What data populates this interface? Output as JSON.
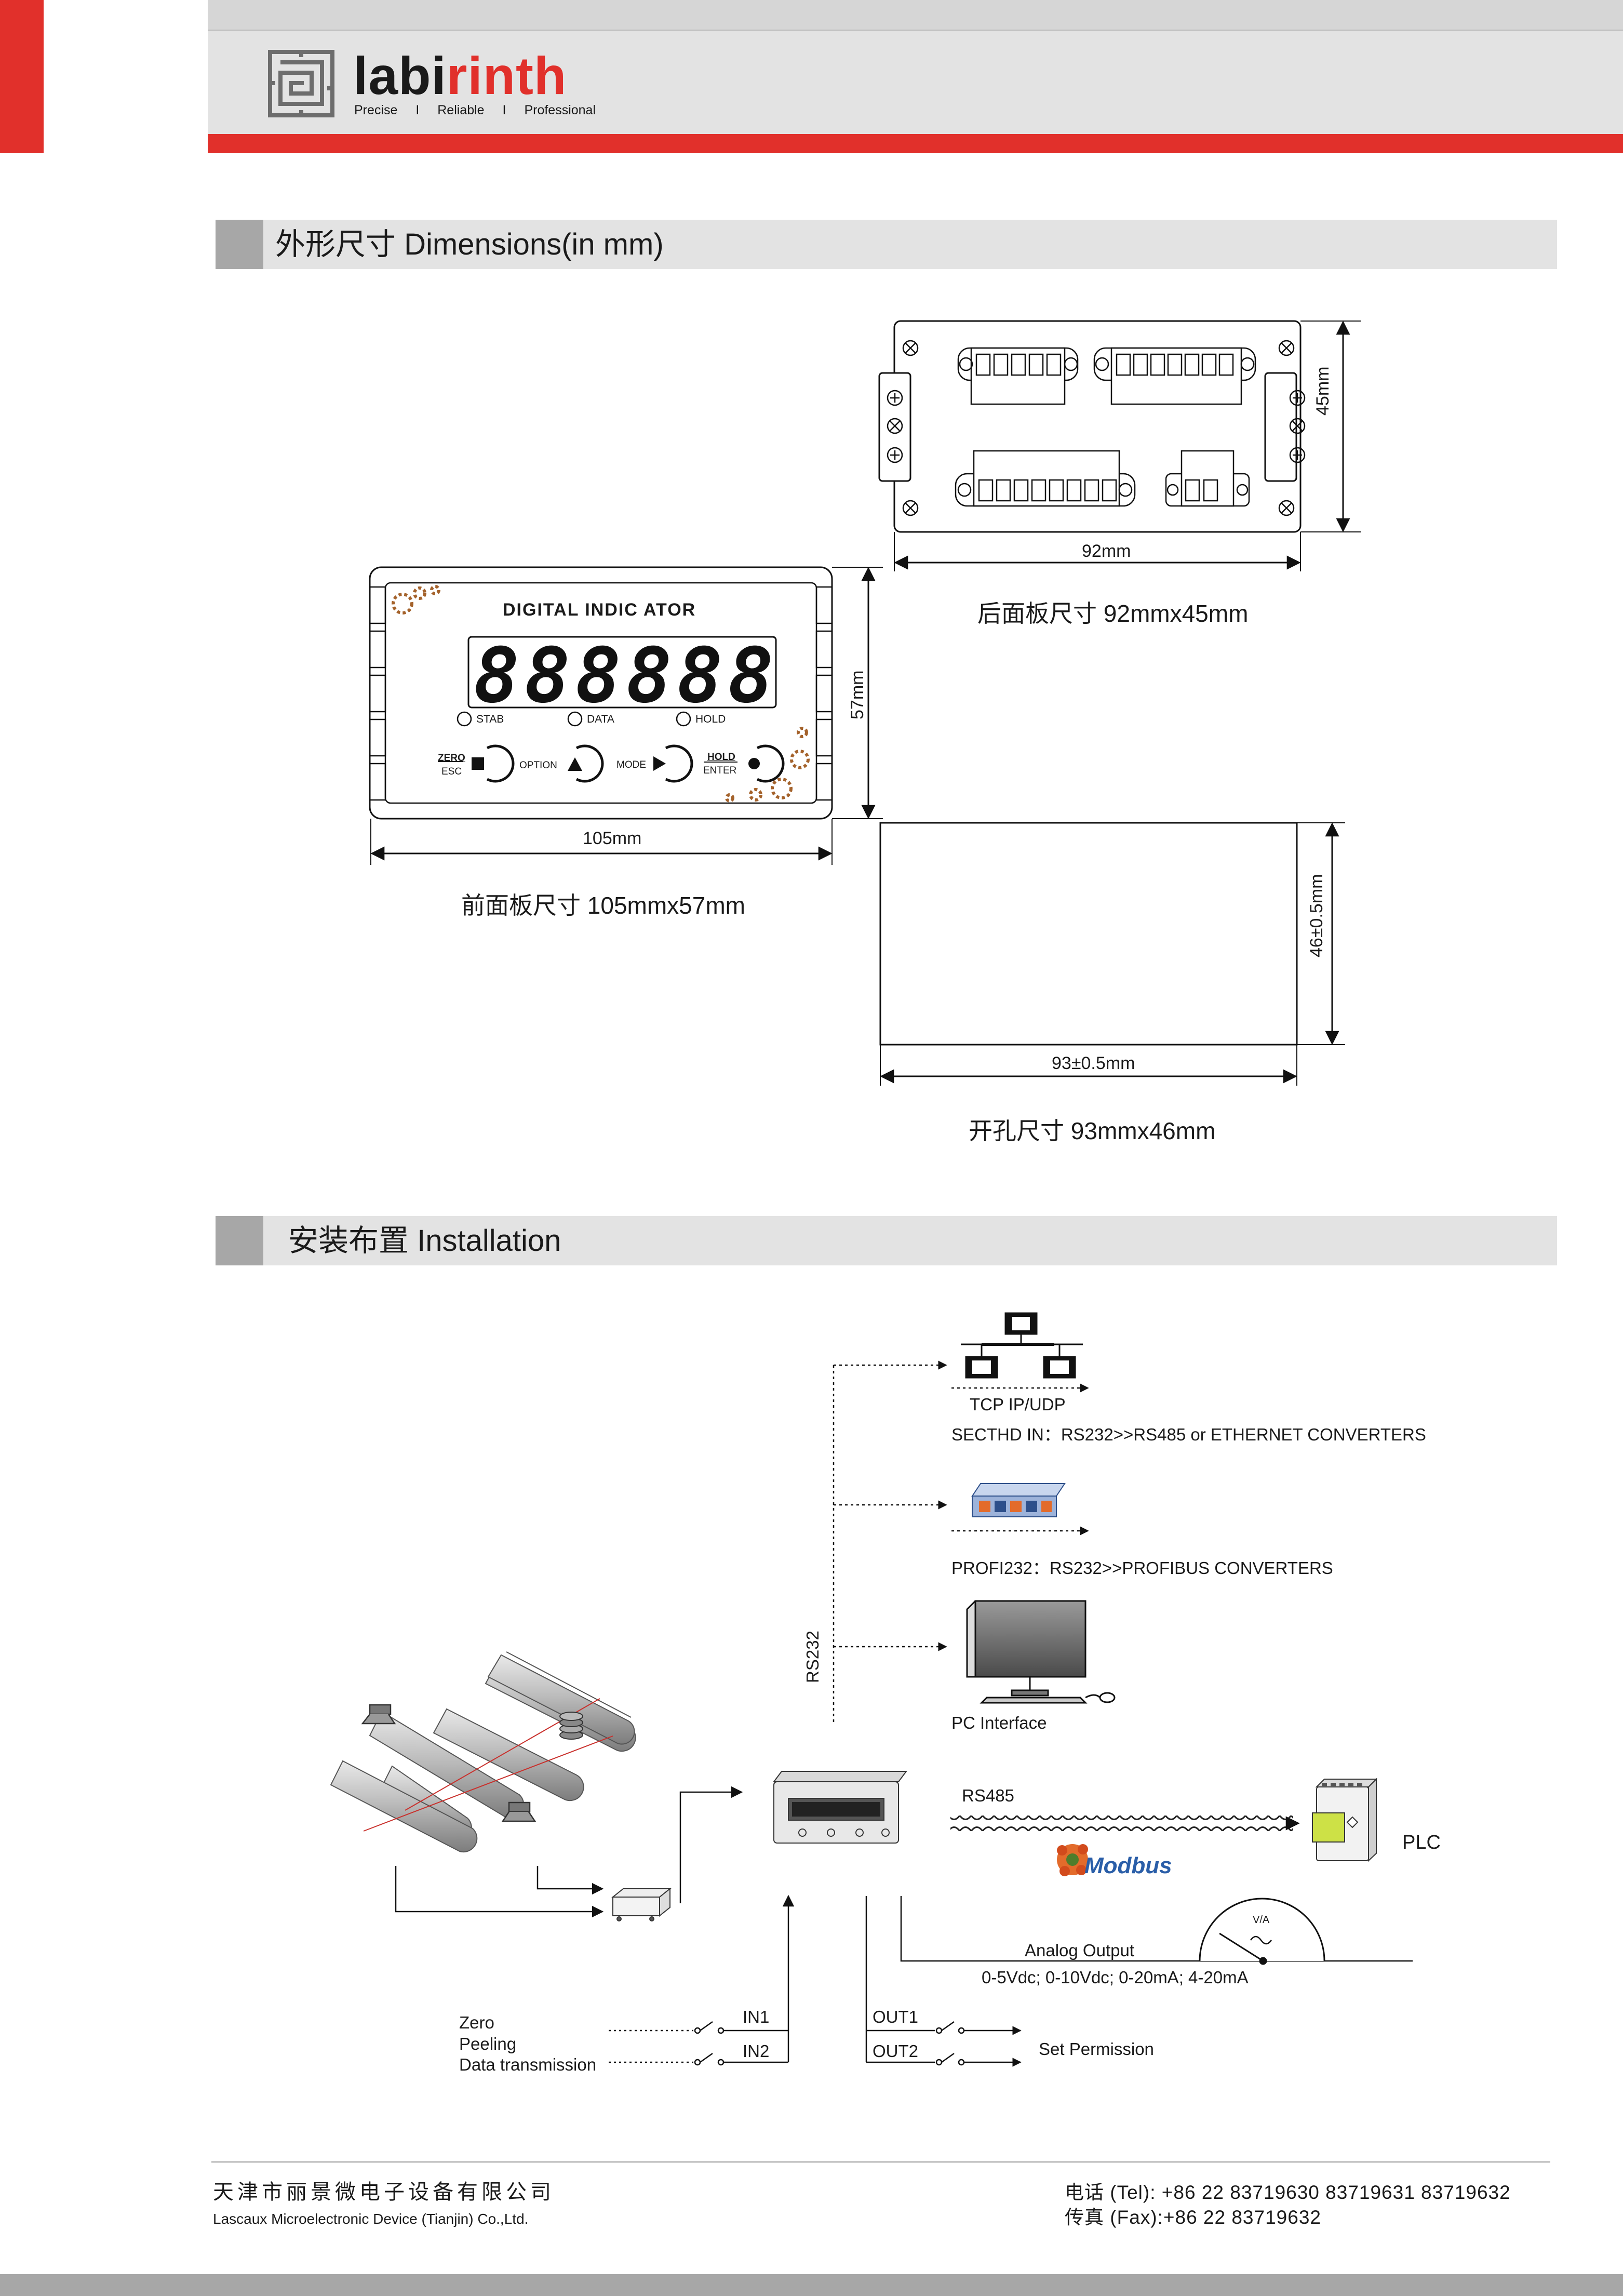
{
  "header": {
    "logo_name": "labirinth",
    "logo_name_plain": "labi",
    "logo_name_accent": "rinth",
    "tagline": [
      "Precise",
      "Reliable",
      "Professional"
    ],
    "separator": "I",
    "brand_color": "#e1302b",
    "logo_icon": "maze-logo-icon"
  },
  "dimensions": {
    "title": "外形尺寸 Dimensions(in mm)",
    "rear_panel": {
      "width_label": "92mm",
      "height_label": "45mm",
      "caption": "后面板尺寸  92mmx45mm"
    },
    "front_panel": {
      "width_label": "105mm",
      "height_label": "57mm",
      "caption": "前面板尺寸  105mmx57mm",
      "device_title": "DIGITAL  INDIC ATOR",
      "display": "888888",
      "leds": [
        "STAB",
        "DATA",
        "HOLD"
      ],
      "keys": {
        "zero": "ZERO",
        "esc": "ESC",
        "option": "OPTION",
        "mode": "MODE",
        "hold": "HOLD",
        "enter": "ENTER"
      }
    },
    "cutout": {
      "width_label": "93±0.5mm",
      "height_label": "46±0.5mm",
      "caption": "开孔尺寸  93mmx46mm"
    }
  },
  "installation": {
    "title": "安装布置 Installation",
    "rs232": "RS232",
    "tcp": "TCP IP/UDP",
    "sect": "SECTHD IN：RS232>>RS485 or ETHERNET CONVERTERS",
    "profi": "PROFI232：RS232>>PROFIBUS CONVERTERS",
    "pc": "PC Interface",
    "rs485": "RS485",
    "modbus": "Modbus",
    "plc": "PLC",
    "va": "V/A",
    "analog_title": "Analog Output",
    "analog_ranges": "0-5Vdc; 0-10Vdc; 0-20mA; 4-20mA",
    "inputs": [
      "Zero",
      "Peeling",
      "Data transmission"
    ],
    "in1": "IN1",
    "in2": "IN2",
    "out1": "OUT1",
    "out2": "OUT2",
    "set_permission": "Set Permission"
  },
  "footer": {
    "company_cn": "天津市丽景微电子设备有限公司",
    "company_en": "Lascaux Microelectronic Device (Tianjin) Co.,Ltd.",
    "tel": "电话 (Tel): +86 22 83719630  83719631  83719632",
    "fax": "传真 (Fax):+86 22 83719632"
  }
}
